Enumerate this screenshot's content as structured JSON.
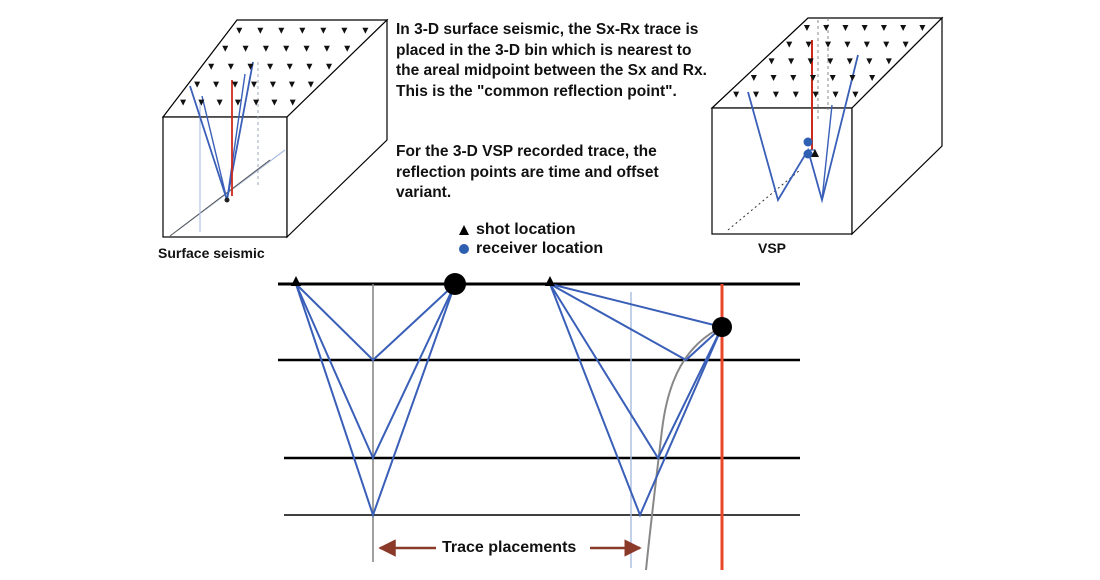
{
  "description": {
    "lines_1": [
      "In 3-D surface seismic, the Sx-Rx trace is",
      "placed in the 3-D bin which is nearest to",
      "the areal midpoint between the Sx and Rx.",
      "This is the \"common reflection point\"."
    ],
    "lines_2": [
      "For the 3-D VSP recorded trace, the",
      "reflection points are time and offset",
      "variant."
    ]
  },
  "legend": {
    "shot_label": "shot location",
    "receiver_label": "receiver location"
  },
  "captions": {
    "left_box": "Surface seismic",
    "right_box": "VSP",
    "trace_placements": "Trace placements"
  },
  "colors": {
    "ray": "#3a5fb8",
    "receiver": "#2e5fb0",
    "vsp_well": "#e8472a",
    "placement_arrow": "#8b3a2a",
    "reflector": "#000000",
    "trace_line": "#888888"
  }
}
